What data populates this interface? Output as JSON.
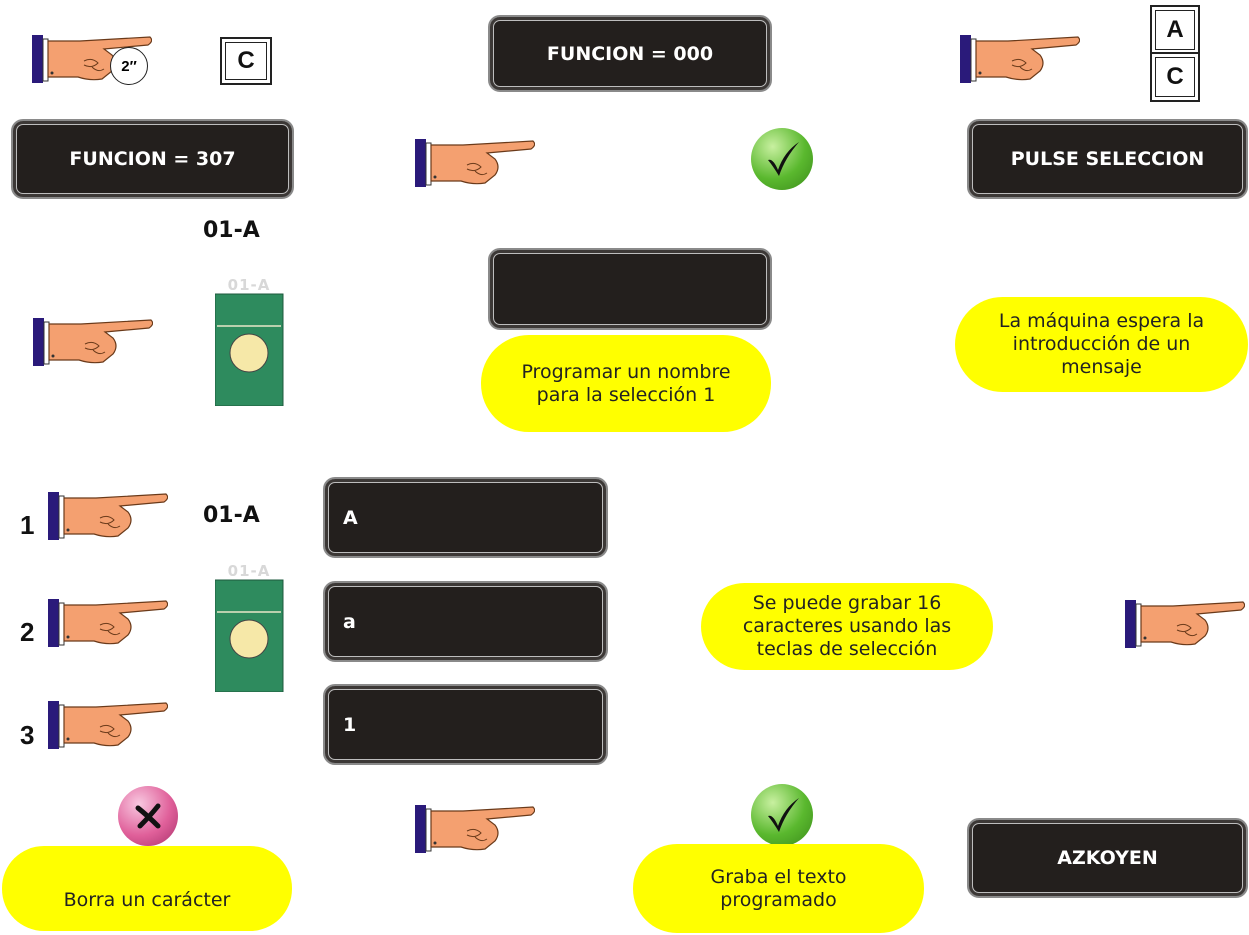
{
  "displays": {
    "funcion_000": "FUNCION = 000",
    "funcion_307": "FUNCION = 307",
    "pulse_seleccion": "PULSE SELECCION",
    "empty": "",
    "char_upper": "A",
    "char_lower": "a",
    "char_digit": "1",
    "azkoyen": "AZKOYEN"
  },
  "keys": {
    "c_key": "C",
    "a_key": "A",
    "c_key_2": "C",
    "timer": "2″"
  },
  "labels": {
    "selection_1": "01-A",
    "selection_2": "01-A",
    "button_top_1": "01-A",
    "button_top_2": "01-A"
  },
  "steps": [
    "1",
    "2",
    "3"
  ],
  "bubbles": {
    "program_name": "Programar un nombre para la selección 1",
    "machine_waits": "La máquina espera la introducción de un mensaje",
    "sixteen_chars": "Se puede grabar 16 caracteres usando las teclas de selección",
    "delete_char": "Borra un carácter",
    "save_text": "Graba el texto programado"
  },
  "colors": {
    "lcd": "#231f1d",
    "bubble": "#ffff00",
    "button_green": "#2e8b5e",
    "check_green": "#5ab82e",
    "cancel_pink": "#e0609a",
    "hand_skin": "#f4a070",
    "sleeve": "#2a1a7a"
  }
}
